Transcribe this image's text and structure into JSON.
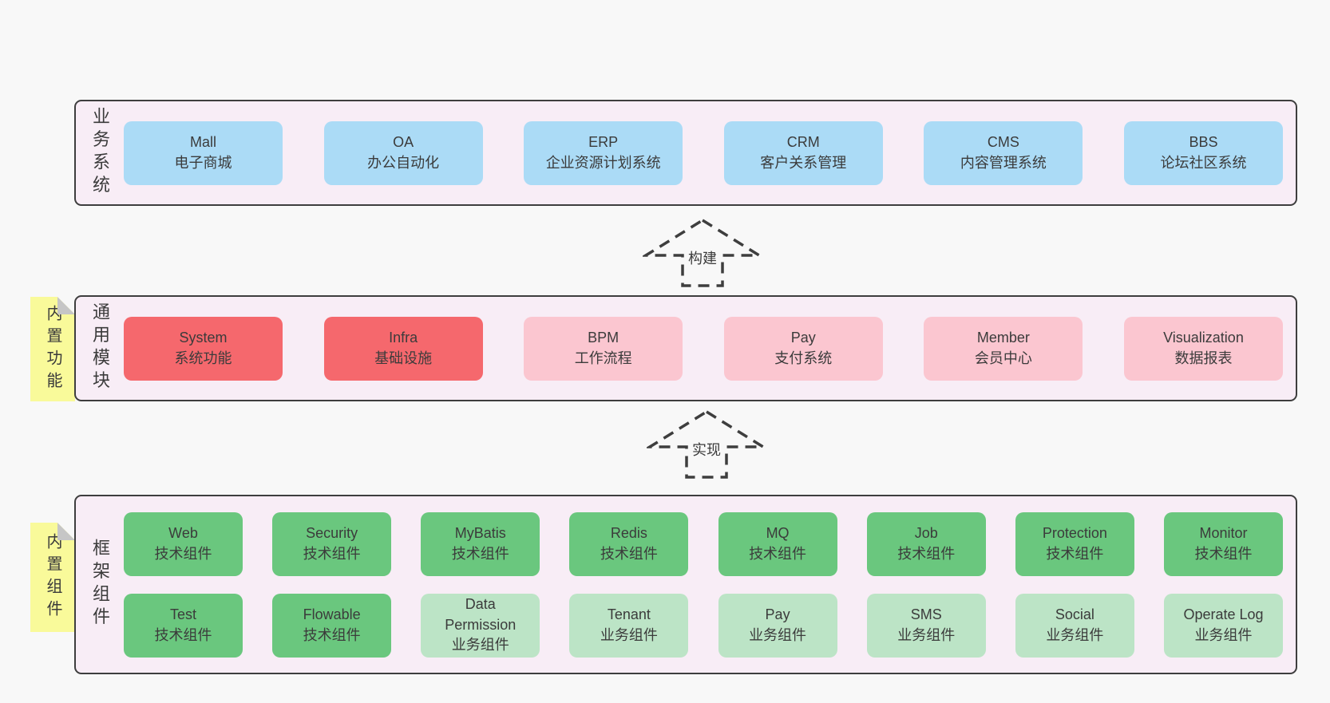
{
  "colors": {
    "page_bg": "#f8f8f8",
    "panel_bg": "#f8edf6",
    "panel_border": "#3e3e3e",
    "text": "#3b3b3b",
    "blue": "#abdbf6",
    "red": "#f5686d",
    "pink": "#fbc6d0",
    "green": "#6ac77e",
    "light_green": "#bce4c6",
    "yellow_tag": "#f9fa9a",
    "fold": "#c6c6c6"
  },
  "layer1": {
    "label": "业务系统",
    "boxes": [
      {
        "name": "Mall",
        "subtitle": "电子商城"
      },
      {
        "name": "OA",
        "subtitle": "办公自动化"
      },
      {
        "name": "ERP",
        "subtitle": "企业资源计划系统"
      },
      {
        "name": "CRM",
        "subtitle": "客户关系管理"
      },
      {
        "name": "CMS",
        "subtitle": "内容管理系统"
      },
      {
        "name": "BBS",
        "subtitle": "论坛社区系统"
      }
    ]
  },
  "arrow1": {
    "label": "构建",
    "icon": "dashed-up-arrow"
  },
  "layer2": {
    "label": "通用模块",
    "tag": "内置功能",
    "boxes": [
      {
        "name": "System",
        "subtitle": "系统功能",
        "variant": "red"
      },
      {
        "name": "Infra",
        "subtitle": "基础设施",
        "variant": "red"
      },
      {
        "name": "BPM",
        "subtitle": "工作流程",
        "variant": "pink"
      },
      {
        "name": "Pay",
        "subtitle": "支付系统",
        "variant": "pink"
      },
      {
        "name": "Member",
        "subtitle": "会员中心",
        "variant": "pink"
      },
      {
        "name": "Visualization",
        "subtitle": "数据报表",
        "variant": "pink"
      }
    ]
  },
  "arrow2": {
    "label": "实现",
    "icon": "dashed-up-arrow"
  },
  "layer3": {
    "label": "框架组件",
    "tag": "内置组件",
    "row1": [
      {
        "name": "Web",
        "subtitle": "技术组件",
        "variant": "green"
      },
      {
        "name": "Security",
        "subtitle": "技术组件",
        "variant": "green"
      },
      {
        "name": "MyBatis",
        "subtitle": "技术组件",
        "variant": "green"
      },
      {
        "name": "Redis",
        "subtitle": "技术组件",
        "variant": "green"
      },
      {
        "name": "MQ",
        "subtitle": "技术组件",
        "variant": "green"
      },
      {
        "name": "Job",
        "subtitle": "技术组件",
        "variant": "green"
      },
      {
        "name": "Protection",
        "subtitle": "技术组件",
        "variant": "green"
      },
      {
        "name": "Monitor",
        "subtitle": "技术组件",
        "variant": "green"
      }
    ],
    "row2": [
      {
        "name": "Test",
        "subtitle": "技术组件",
        "variant": "green"
      },
      {
        "name": "Flowable",
        "subtitle": "技术组件",
        "variant": "green"
      },
      {
        "name": "Data Permission",
        "subtitle": "业务组件",
        "variant": "lightgreen"
      },
      {
        "name": "Tenant",
        "subtitle": "业务组件",
        "variant": "lightgreen"
      },
      {
        "name": "Pay",
        "subtitle": "业务组件",
        "variant": "lightgreen"
      },
      {
        "name": "SMS",
        "subtitle": "业务组件",
        "variant": "lightgreen"
      },
      {
        "name": "Social",
        "subtitle": "业务组件",
        "variant": "lightgreen"
      },
      {
        "name": "Operate Log",
        "subtitle": "业务组件",
        "variant": "lightgreen"
      }
    ]
  }
}
